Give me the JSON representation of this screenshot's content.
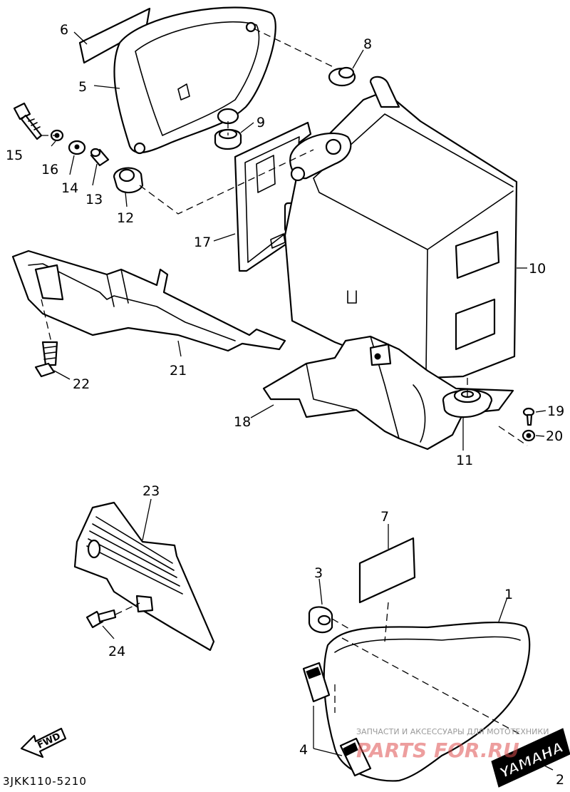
{
  "labels": [
    {
      "id": "1",
      "text": "1"
    },
    {
      "id": "2",
      "text": "2"
    },
    {
      "id": "3",
      "text": "3"
    },
    {
      "id": "4",
      "text": "4"
    },
    {
      "id": "5",
      "text": "5"
    },
    {
      "id": "6",
      "text": "6"
    },
    {
      "id": "7",
      "text": "7"
    },
    {
      "id": "8",
      "text": "8"
    },
    {
      "id": "9",
      "text": "9"
    },
    {
      "id": "10",
      "text": "10"
    },
    {
      "id": "11",
      "text": "11"
    },
    {
      "id": "12",
      "text": "12"
    },
    {
      "id": "13",
      "text": "13"
    },
    {
      "id": "14",
      "text": "14"
    },
    {
      "id": "15",
      "text": "15"
    },
    {
      "id": "16",
      "text": "16"
    },
    {
      "id": "17",
      "text": "17"
    },
    {
      "id": "18",
      "text": "18"
    },
    {
      "id": "19",
      "text": "19"
    },
    {
      "id": "20",
      "text": "20"
    },
    {
      "id": "21",
      "text": "21"
    },
    {
      "id": "22",
      "text": "22"
    },
    {
      "id": "23",
      "text": "23"
    },
    {
      "id": "24",
      "text": "24"
    }
  ],
  "direction_arrow": "FWD",
  "drawing_code": "3JKK110-5210",
  "brand_decal": "YAMAHA",
  "watermark": {
    "caption": "ЗАПЧАСТИ И АКСЕССУАРЫ ДЛЯ МОТОТЕХНИКИ",
    "logo": "PARTS FOR.RU"
  },
  "colors": {
    "line": "#000000",
    "background": "#ffffff",
    "watermark": "#e05050"
  }
}
